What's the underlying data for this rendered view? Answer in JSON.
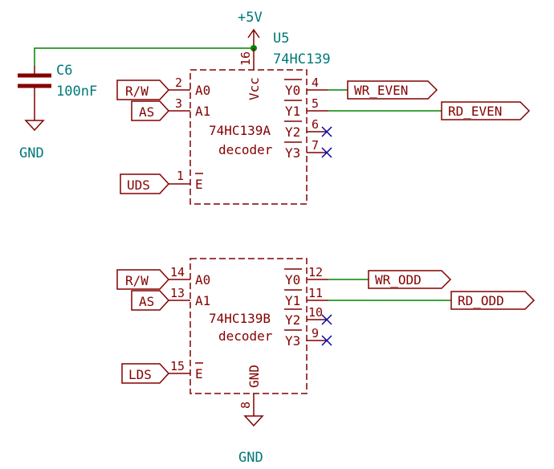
{
  "power": {
    "vcc_label": "+5V",
    "gnd_label": "GND"
  },
  "capacitor": {
    "ref": "C6",
    "value": "100nF",
    "gnd_label": "GND"
  },
  "u5": {
    "ref": "U5",
    "value": "74HC139",
    "vcc_pin_num": "16",
    "vcc_pin_name": "Vcc",
    "gnd_pin_num": "8",
    "gnd_pin_name": "GND",
    "gnd_label": "GND"
  },
  "unit_a": {
    "name": "74HC139A",
    "func": "decoder",
    "in_rw": "R/W",
    "in_as": "AS",
    "in_en": "UDS",
    "pin_a0_num": "2",
    "pin_a0": "A0",
    "pin_a1_num": "3",
    "pin_a1": "A1",
    "pin_e_num": "1",
    "pin_e": "E",
    "pin_y0_num": "4",
    "pin_y0": "Y0",
    "pin_y1_num": "5",
    "pin_y1": "Y1",
    "pin_y2_num": "6",
    "pin_y2": "Y2",
    "pin_y3_num": "7",
    "pin_y3": "Y3",
    "out_y0": "WR_EVEN",
    "out_y1": "RD_EVEN"
  },
  "unit_b": {
    "name": "74HC139B",
    "func": "decoder",
    "in_rw": "R/W",
    "in_as": "AS",
    "in_en": "LDS",
    "pin_a0_num": "14",
    "pin_a0": "A0",
    "pin_a1_num": "13",
    "pin_a1": "A1",
    "pin_e_num": "15",
    "pin_e": "E",
    "pin_y0_num": "12",
    "pin_y0": "Y0",
    "pin_y1_num": "11",
    "pin_y1": "Y1",
    "pin_y2_num": "10",
    "pin_y2": "Y2",
    "pin_y3_num": "9",
    "pin_y3": "Y3",
    "out_y0": "WR_ODD",
    "out_y1": "RD_ODD"
  }
}
